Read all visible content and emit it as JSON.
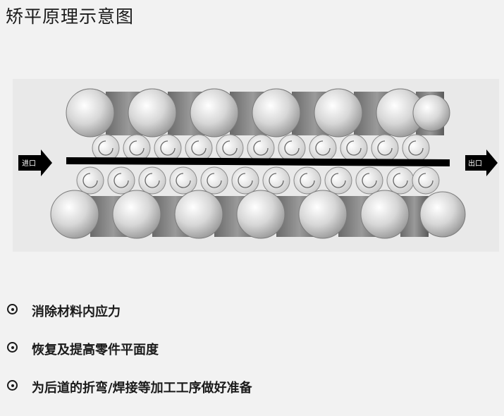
{
  "title": "矫平原理示意图",
  "diagram": {
    "entry_label": "进口",
    "exit_label": "出口"
  },
  "bullets": [
    "消除材料内应力",
    "恢复及提高零件平面度",
    "为后道的折弯/焊接等加工工序做好准备"
  ]
}
